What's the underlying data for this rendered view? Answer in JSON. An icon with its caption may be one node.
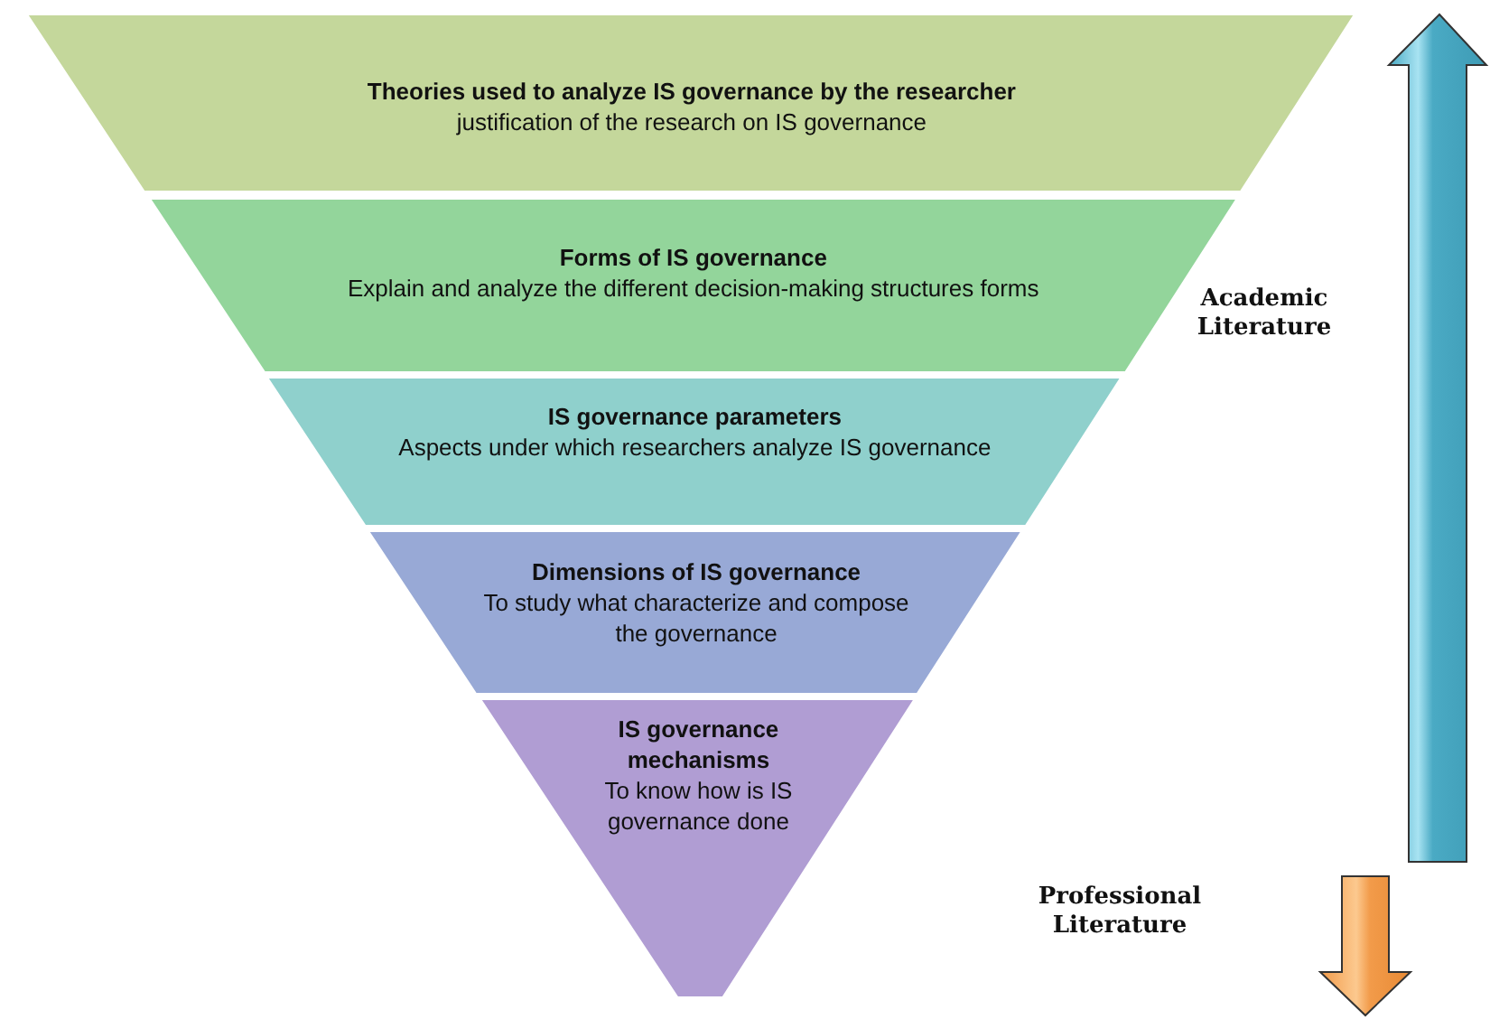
{
  "diagram": {
    "nodes": [
      {
        "text": [
          "Theories used to analyze IS governance by the researcher",
          "justification of the research on IS governance"
        ]
      },
      {
        "text": [
          "Forms of IS governance",
          "Explain and analyze the different decision-making structures forms"
        ]
      },
      {
        "text": [
          "IS governance parameters",
          "Aspects under which researchers analyze IS governance"
        ]
      },
      {
        "text": [
          "Dimensions of IS governance",
          "To study what characterize and compose the governance"
        ]
      },
      {
        "text": [
          "IS governance mechanisms",
          "To know how is IS governance done"
        ]
      }
    ],
    "labels": [
      "Academic Literature",
      "Professional Literature"
    ]
  }
}
